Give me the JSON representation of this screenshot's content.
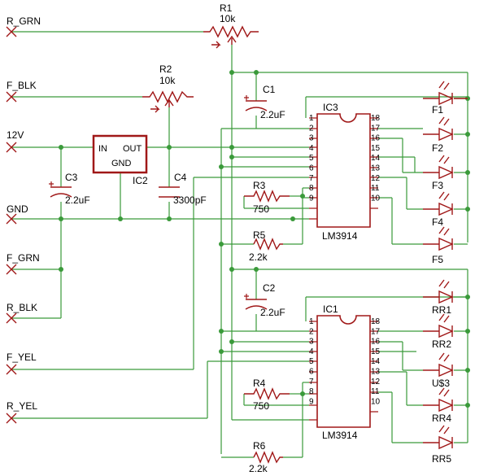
{
  "ports": {
    "r_grn": "R_GRN",
    "f_blk": "F_BLK",
    "v12": "12V",
    "gnd": "GND",
    "f_grn": "F_GRN",
    "r_blk": "R_BLK",
    "f_yel": "F_YEL",
    "r_yel": "R_YEL"
  },
  "components": {
    "r1": {
      "name": "R1",
      "value": "10k"
    },
    "r2": {
      "name": "R2",
      "value": "10k"
    },
    "r3": {
      "name": "R3",
      "value": "750"
    },
    "r4": {
      "name": "R4",
      "value": "750"
    },
    "r5": {
      "name": "R5",
      "value": "2.2k"
    },
    "r6": {
      "name": "R6",
      "value": "2.2k"
    },
    "c1": {
      "name": "C1",
      "value": "2.2uF"
    },
    "c2": {
      "name": "C2",
      "value": "2.2uF"
    },
    "c3": {
      "name": "C3",
      "value": "2.2uF"
    },
    "c4": {
      "name": "C4",
      "value": "3300pF"
    },
    "ic2": {
      "name": "IC2",
      "pin_in": "IN",
      "pin_out": "OUT",
      "pin_gnd": "GND"
    },
    "ic3": {
      "name": "IC3",
      "part": "LM3914"
    },
    "ic1": {
      "name": "IC1",
      "part": "LM3914"
    }
  },
  "ic_pins": {
    "left": [
      "1",
      "2",
      "3",
      "4",
      "5",
      "6",
      "7",
      "8",
      "9"
    ],
    "right": [
      "18",
      "17",
      "16",
      "15",
      "14",
      "13",
      "12",
      "11",
      "10"
    ]
  },
  "leds_top": [
    "F1",
    "F2",
    "F3",
    "F4",
    "F5"
  ],
  "leds_bottom": [
    "RR1",
    "RR2",
    "U$3",
    "RR4",
    "RR5"
  ],
  "colors": {
    "wire": "#3a9a3a",
    "part": "#a01818",
    "text": "#000000"
  }
}
